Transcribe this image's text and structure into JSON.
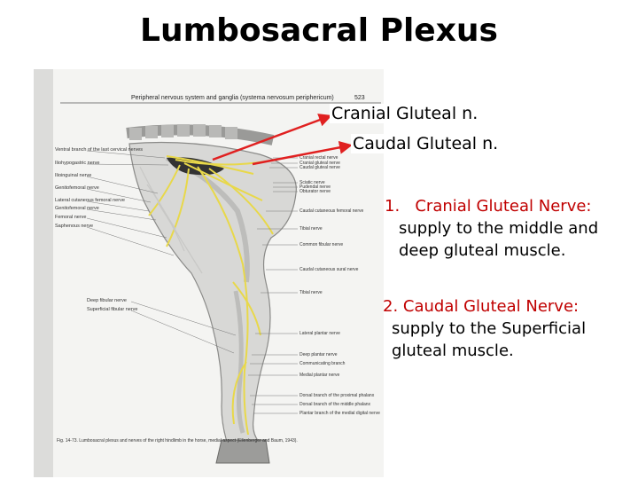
{
  "slide": {
    "title": "Lumbosacral Plexus"
  },
  "figure": {
    "header": "Peripheral nervous system and ganglia (systema nervosum periphericum)",
    "page_number": "523",
    "caption": "Fig. 14-73. Lumbosacral plexus and nerves of the right hindlimb in the horse, medial aspect (Ellenberger and Baum, 1943).",
    "left_labels": [
      "Ventral branch of the last cervical nerves",
      "Iliohypogastric nerve",
      "Ilioinguinal nerve",
      "Genitofemoral nerve",
      "Lateral cutaneous femoral nerve",
      "Genitofemoral nerve",
      "Femoral nerve",
      "Saphenous nerve",
      "Deep fibular nerve",
      "Superficial fibular nerve"
    ],
    "right_labels": [
      "Cranial rectal nerve",
      "Cranial gluteal nerve",
      "Caudal gluteal nerve",
      "Sciatic nerve",
      "Pudendal nerve",
      "Obturator nerve",
      "Caudal cutaneous femoral nerve",
      "Tibial nerve",
      "Common fibular nerve",
      "Caudal cutaneous sural nerve",
      "Tibial nerve",
      "Lateral plantar nerve",
      "Deep plantar nerve",
      "Communicating branch",
      "Medial plantar nerve",
      "Dorsal branch of the proximal phalanx",
      "Dorsal branch of the middle phalanx",
      "Plantar branch of the medial digital nerve"
    ]
  },
  "callouts": {
    "cranial": "Cranial Gluteal n.",
    "caudal": "Caudal Gluteal n."
  },
  "points": [
    {
      "number": "1.",
      "heading": "Cranial Gluteal Nerve:",
      "lines": [
        "supply to the middle and",
        "deep gluteal muscle."
      ]
    },
    {
      "number": "2.",
      "heading": "Caudal Gluteal Nerve:",
      "lines": [
        "supply to the Superficial",
        "gluteal muscle."
      ]
    }
  ],
  "colors": {
    "arrow": "#e02020",
    "heading": "#c00000",
    "nerve": "#e8d84a"
  }
}
